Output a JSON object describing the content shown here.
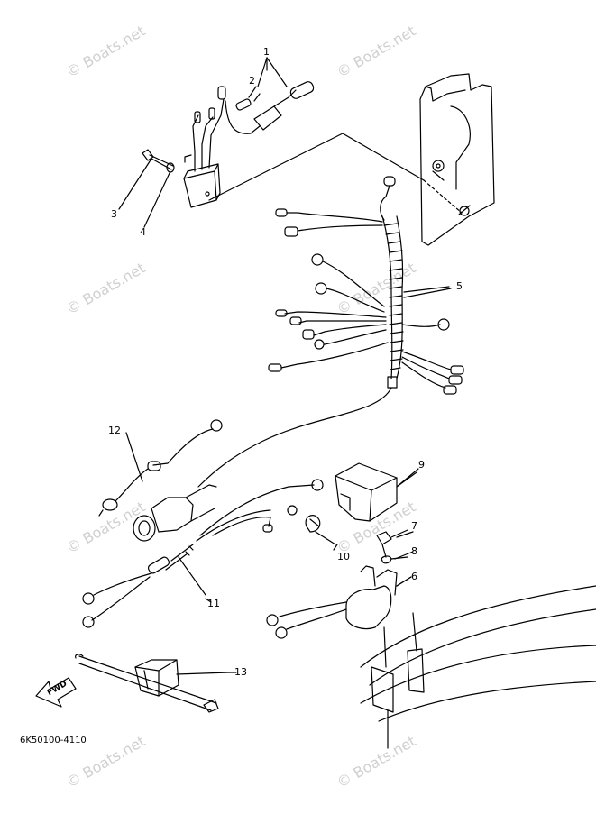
{
  "diagram": {
    "part_number": "6K50100-4110",
    "watermark": "© Boats.net",
    "direction_label": "FWD",
    "callouts": [
      "1",
      "2",
      "3",
      "4",
      "5",
      "6",
      "7",
      "8",
      "9",
      "10",
      "11",
      "12",
      "13"
    ]
  }
}
